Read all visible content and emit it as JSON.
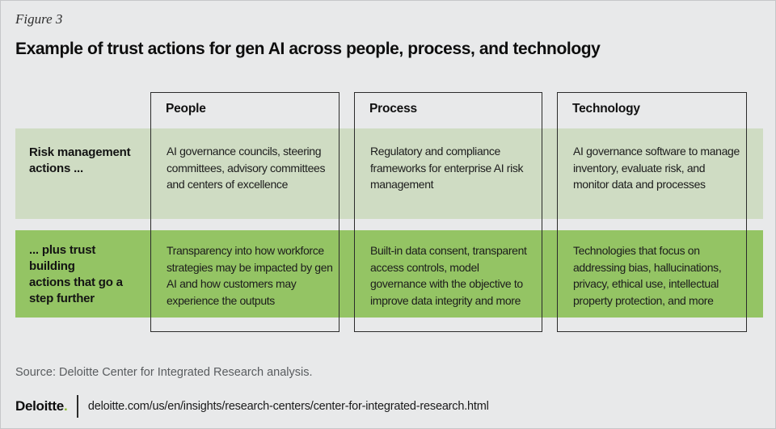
{
  "figure_label": "Figure 3",
  "title": "Example of trust actions for gen AI across people, process, and technology",
  "table": {
    "columns": [
      "People",
      "Process",
      "Technology"
    ],
    "rows": [
      {
        "label": "Risk management\nactions ...",
        "cells": [
          "AI governance councils, steering\ncommittees, advisory committees\nand centers of excellence",
          "Regulatory and compliance\nframeworks for enterprise AI risk\nmanagement",
          "AI governance software to manage\ninventory, evaluate risk, and\nmonitor data and processes"
        ]
      },
      {
        "label": "... plus trust building\nactions that go a\nstep further",
        "cells": [
          "Transparency into how workforce\nstrategies may be impacted by gen\nAI and how customers may\nexperience the outputs",
          "Built-in data consent, transparent\naccess controls, model\ngovernance with the objective to\nimprove data integrity and more",
          "Technologies that focus on\naddressing bias, hallucinations,\nprivacy, ethical use, intellectual\nproperty protection, and more"
        ]
      }
    ]
  },
  "source": "Source: Deloitte Center for Integrated Research analysis.",
  "footer": {
    "brand_name": "Deloitte",
    "brand_dot": ".",
    "url": "deloitte.com/us/en/insights/research-centers/center-for-integrated-research.html"
  },
  "colors": {
    "page_background": "#e8e9ea",
    "row1_band": "#cfdcc3",
    "row2_band": "#94c464",
    "box_border": "#2b2b2b",
    "deloitte_green": "#86bc25",
    "source_text": "#595c5f"
  }
}
